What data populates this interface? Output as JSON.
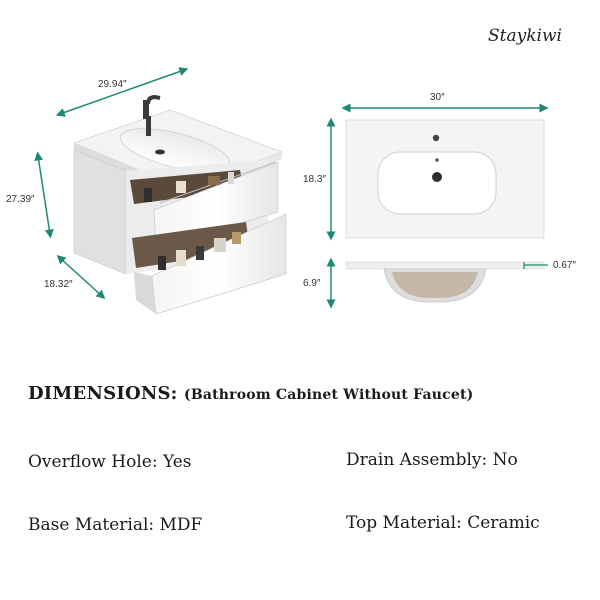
{
  "brand": "Staykiwi",
  "cabinet_dims": {
    "width": "29.94″",
    "height": "27.39″",
    "depth": "18.32″"
  },
  "top_dims": {
    "width": "30″",
    "depth": "18.3″",
    "basin_depth": "6.9″",
    "thickness": "0.67″"
  },
  "accent_color": "#1f8a73",
  "dimensions": {
    "heading": "DIMENSIONS:",
    "subheading": "(Bathroom Cabinet Without Faucet)"
  },
  "specs": {
    "overflow_hole": "Overflow Hole: Yes",
    "drain_assembly": "Drain Assembly: No",
    "base_material": "Base Material: MDF",
    "top_material": "Top Material: Ceramic"
  }
}
